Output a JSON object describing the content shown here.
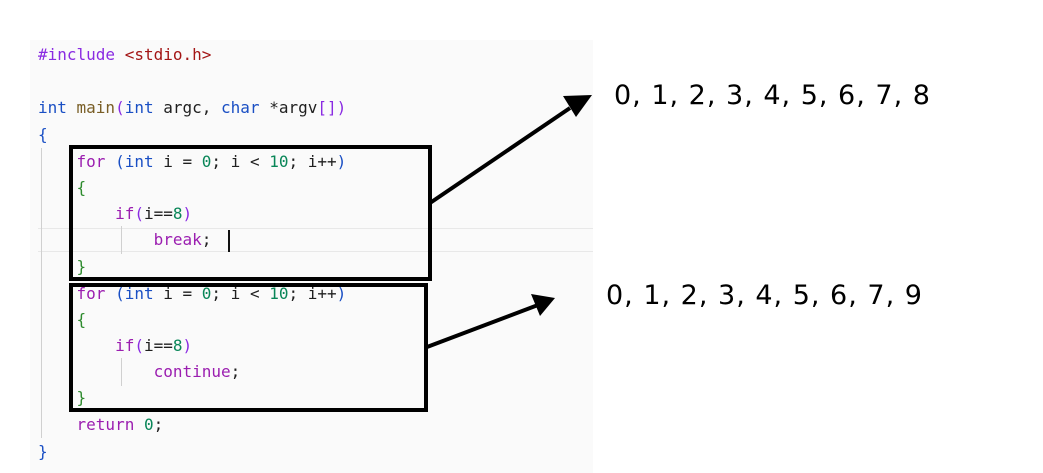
{
  "colors": {
    "keyword": "#1a4fc4",
    "control": "#9b1eb0",
    "number": "#098658",
    "brace": "#2e8b2e",
    "preprocessor": "#8a2be2",
    "string": "#a31515",
    "plain": "#1f1f1f",
    "function": "#795e26"
  },
  "code_lines": [
    [
      {
        "t": "#include ",
        "c": "preprocessor"
      },
      {
        "t": "<stdio.h>",
        "c": "string"
      }
    ],
    [],
    [
      {
        "t": "int ",
        "c": "keyword"
      },
      {
        "t": "main",
        "c": "function"
      },
      {
        "t": "(",
        "c": "preprocessor"
      },
      {
        "t": "int ",
        "c": "keyword"
      },
      {
        "t": "argc, ",
        "c": "plain"
      },
      {
        "t": "char ",
        "c": "keyword"
      },
      {
        "t": "*argv",
        "c": "plain"
      },
      {
        "t": "[]",
        "c": "preprocessor"
      },
      {
        "t": ")",
        "c": "preprocessor"
      }
    ],
    [
      {
        "t": "{",
        "c": "keyword"
      }
    ],
    [
      {
        "t": "    "
      },
      {
        "t": "for ",
        "c": "control"
      },
      {
        "t": "(",
        "c": "keyword"
      },
      {
        "t": "int ",
        "c": "keyword"
      },
      {
        "t": "i = ",
        "c": "plain"
      },
      {
        "t": "0",
        "c": "number"
      },
      {
        "t": "; i < ",
        "c": "plain"
      },
      {
        "t": "10",
        "c": "number"
      },
      {
        "t": "; i++",
        "c": "plain"
      },
      {
        "t": ")",
        "c": "keyword"
      }
    ],
    [
      {
        "t": "    "
      },
      {
        "t": "{",
        "c": "brace"
      }
    ],
    [
      {
        "t": "        "
      },
      {
        "t": "if",
        "c": "control"
      },
      {
        "t": "(",
        "c": "preprocessor"
      },
      {
        "t": "i==",
        "c": "plain"
      },
      {
        "t": "8",
        "c": "number"
      },
      {
        "t": ")",
        "c": "preprocessor"
      }
    ],
    [
      {
        "t": "            "
      },
      {
        "t": "break",
        "c": "control"
      },
      {
        "t": ";",
        "c": "plain"
      }
    ],
    [
      {
        "t": "    "
      },
      {
        "t": "}",
        "c": "brace"
      }
    ],
    [
      {
        "t": "    "
      },
      {
        "t": "for ",
        "c": "control"
      },
      {
        "t": "(",
        "c": "keyword"
      },
      {
        "t": "int ",
        "c": "keyword"
      },
      {
        "t": "i = ",
        "c": "plain"
      },
      {
        "t": "0",
        "c": "number"
      },
      {
        "t": "; i < ",
        "c": "plain"
      },
      {
        "t": "10",
        "c": "number"
      },
      {
        "t": "; i++",
        "c": "plain"
      },
      {
        "t": ")",
        "c": "keyword"
      }
    ],
    [
      {
        "t": "    "
      },
      {
        "t": "{",
        "c": "brace"
      }
    ],
    [
      {
        "t": "        "
      },
      {
        "t": "if",
        "c": "control"
      },
      {
        "t": "(",
        "c": "preprocessor"
      },
      {
        "t": "i==",
        "c": "plain"
      },
      {
        "t": "8",
        "c": "number"
      },
      {
        "t": ")",
        "c": "preprocessor"
      }
    ],
    [
      {
        "t": "            "
      },
      {
        "t": "continue",
        "c": "control"
      },
      {
        "t": ";",
        "c": "plain"
      }
    ],
    [
      {
        "t": "    "
      },
      {
        "t": "}",
        "c": "brace"
      }
    ],
    [
      {
        "t": "    "
      },
      {
        "t": "return ",
        "c": "control"
      },
      {
        "t": "0",
        "c": "number"
      },
      {
        "t": ";",
        "c": "plain"
      }
    ],
    [
      {
        "t": "}",
        "c": "keyword"
      }
    ]
  ],
  "results": {
    "break_output": "0, 1, 2, 3, 4, 5, 6, 7, 8",
    "continue_output": "0, 1, 2, 3, 4, 5, 6, 7, 9"
  }
}
